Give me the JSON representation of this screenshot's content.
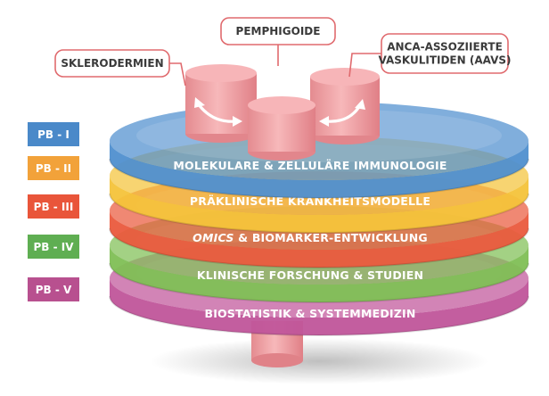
{
  "badges": [
    {
      "label": "PB - I",
      "color": "#4a89c9"
    },
    {
      "label": "PB - II",
      "color": "#f2a23a"
    },
    {
      "label": "PB - III",
      "color": "#e9553a"
    },
    {
      "label": "PB - IV",
      "color": "#5fae52"
    },
    {
      "label": "PB - V",
      "color": "#b8508f"
    }
  ],
  "layers": [
    {
      "label": "MOLEKULARE & ZELLULÄRE IMMUNOLOGIE",
      "color": "#4f8fcf"
    },
    {
      "label": "PRÄKLINISCHE KRANKHEITSMODELLE",
      "color": "#f4c33a"
    },
    {
      "label_italic": "OMICS",
      "label": " & BIOMARKER-ENTWICKLUNG",
      "color": "#ea5a3d"
    },
    {
      "label": "KLINISCHE FORSCHUNG & STUDIEN",
      "color": "#7fbf55"
    },
    {
      "label": "BIOSTATISTIK & SYSTEMMEDIZIN",
      "color": "#c0559a"
    }
  ],
  "callouts": {
    "left": {
      "lines": [
        "SKLERODERMIEN"
      ]
    },
    "top": {
      "lines": [
        "PEMPHIGOIDE"
      ]
    },
    "right": {
      "lines": [
        "ANCA-ASSOZIIERTE",
        "VASKULITIDEN (AAVS)"
      ]
    }
  },
  "colors": {
    "cylinder": "#f2a3a6",
    "cylinder_dark": "#e08288",
    "callout_border": "#e06a6e",
    "arrow": "#ffffff"
  }
}
